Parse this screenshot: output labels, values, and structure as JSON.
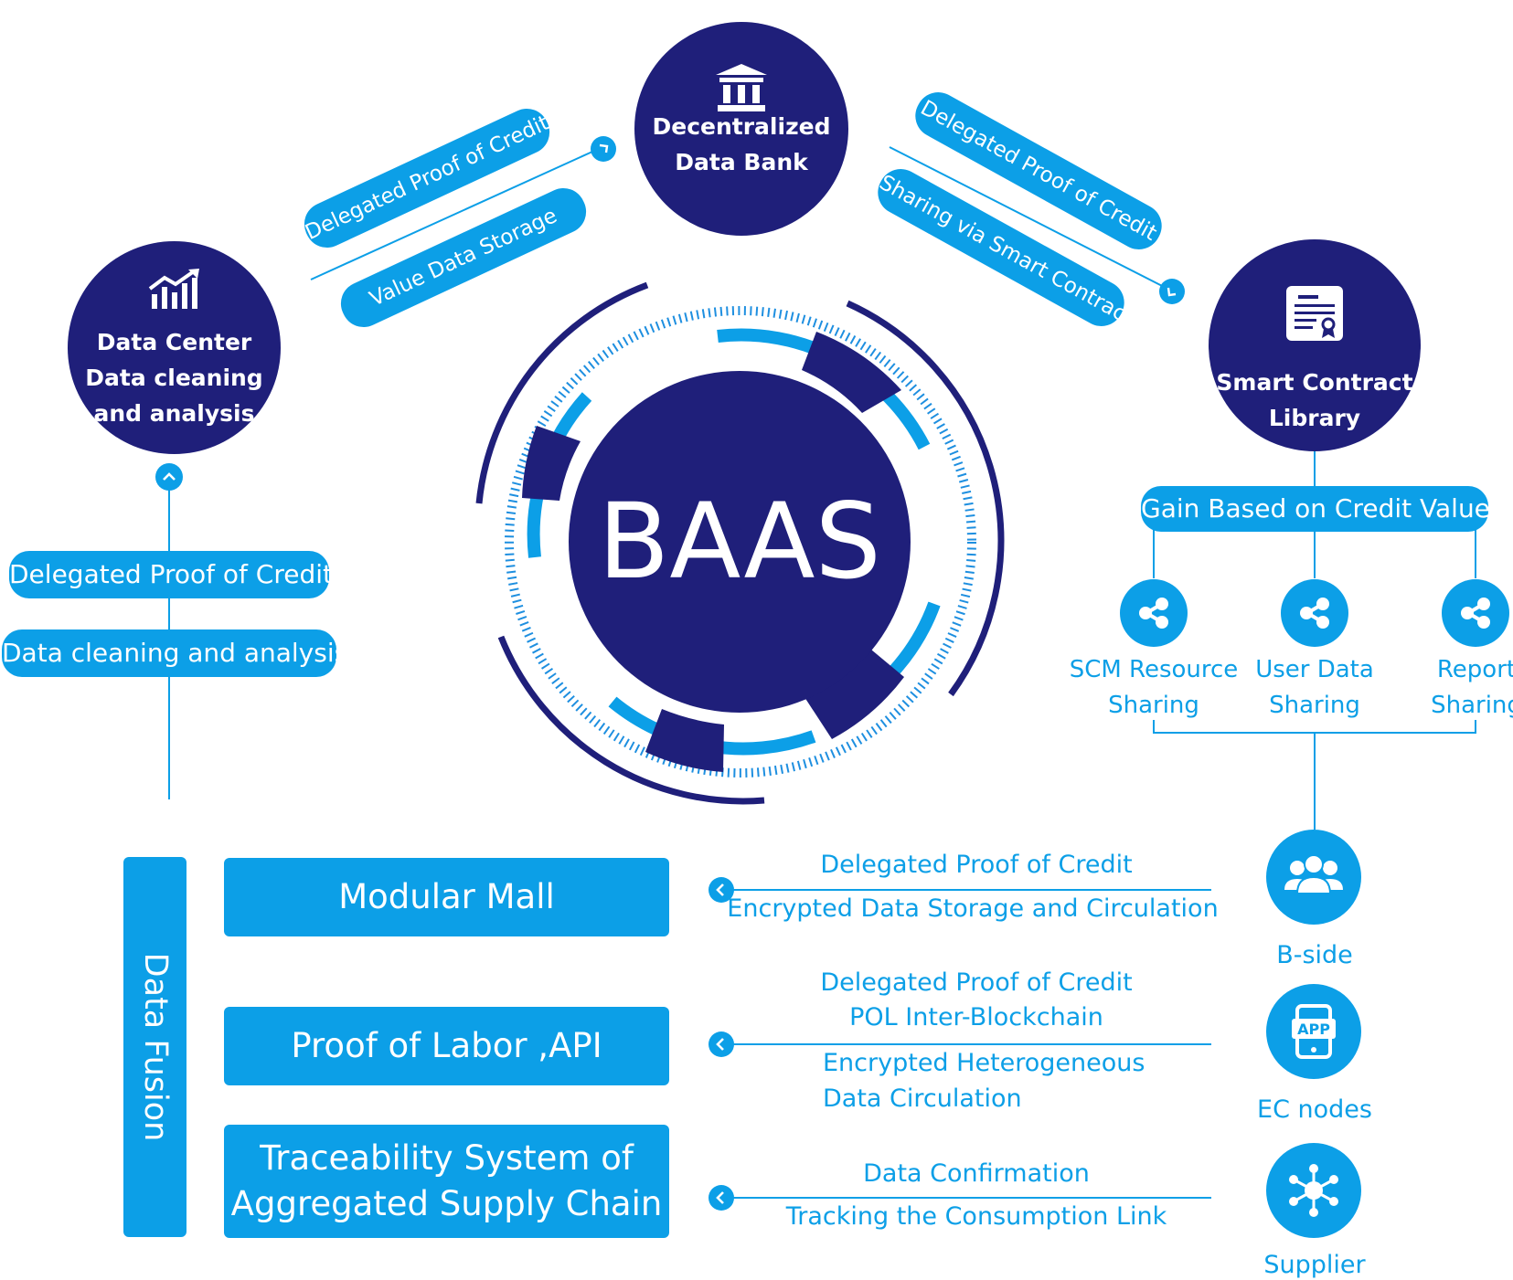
{
  "center": {
    "label": "BAAS"
  },
  "nodes": {
    "data_bank": {
      "line1": "Decentralized",
      "line2": "Data Bank",
      "icon": "bank-icon"
    },
    "data_center": {
      "line1": "Data Center",
      "line2": "Data cleaning",
      "line3": "and analysis",
      "icon": "chart-growth-icon"
    },
    "smart_contract": {
      "line1": "Smart Contract",
      "line2": "Library",
      "icon": "certificate-icon"
    }
  },
  "left_links": {
    "top": "Delegated Proof of Credit",
    "bottom": "Value Data Storage"
  },
  "right_links": {
    "top": "Delegated Proof of Credit",
    "bottom": "Sharing via Smart Contracts"
  },
  "data_center_labels": {
    "first": "Delegated Proof of Credit",
    "second": "Data cleaning and analysis"
  },
  "gain": {
    "label": "Gain Based on Credit Value"
  },
  "sharing": [
    {
      "line1": "SCM Resource",
      "line2": "Sharing",
      "icon": "share-icon"
    },
    {
      "line1": "User Data",
      "line2": "Sharing",
      "icon": "share-icon"
    },
    {
      "line1": "Report",
      "line2": "Sharing",
      "icon": "share-icon"
    }
  ],
  "fusion": {
    "label": "Data Fusion"
  },
  "modules": [
    {
      "label": "Modular Mall"
    },
    {
      "label": "Proof of Labor ,API"
    },
    {
      "line1": "Traceability System of",
      "line2": "Aggregated Supply Chain"
    }
  ],
  "flows": [
    {
      "above": "Delegated Proof of Credit",
      "below": "Encrypted Data Storage and Circulation"
    },
    {
      "above1": "Delegated Proof of Credit",
      "above2": "POL Inter-Blockchain",
      "below1": "Encrypted Heterogeneous",
      "below2": "Data Circulation"
    },
    {
      "above": "Data Confirmation",
      "below": "Tracking the Consumption Link"
    }
  ],
  "participants": [
    {
      "label": "B-side",
      "icon": "users-group-icon"
    },
    {
      "label": "EC nodes",
      "icon": "app-phone-icon",
      "badge": "APP"
    },
    {
      "label": "Supplier",
      "icon": "network-hub-icon"
    }
  ],
  "colors": {
    "navy": "#1f1f7a",
    "cyan": "#0c9fe7",
    "white": "#ffffff"
  }
}
